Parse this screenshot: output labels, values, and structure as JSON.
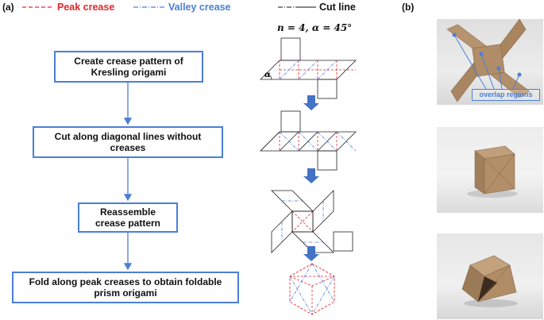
{
  "panels": {
    "a": "(a)",
    "b": "(b)"
  },
  "legend": {
    "peak": "Peak crease",
    "valley": "Valley crease",
    "cut": "Cut line"
  },
  "flow_steps": [
    "Create crease pattern of Kresling origami",
    "Cut along diagonal lines without creases",
    "Reassemble crease pattern",
    "Fold along peak creases to obtain foldable prism origami"
  ],
  "parameters": "n = 4, α = 45°",
  "angle_label": "α",
  "photo_annotation": "overlap regions",
  "colors": {
    "peak": "#e8262c",
    "valley": "#4a7fd6",
    "cut": "#111111",
    "flow_box": "#4a7fd6",
    "arrow": "#4472c4",
    "cardboard": "#b08d68"
  }
}
